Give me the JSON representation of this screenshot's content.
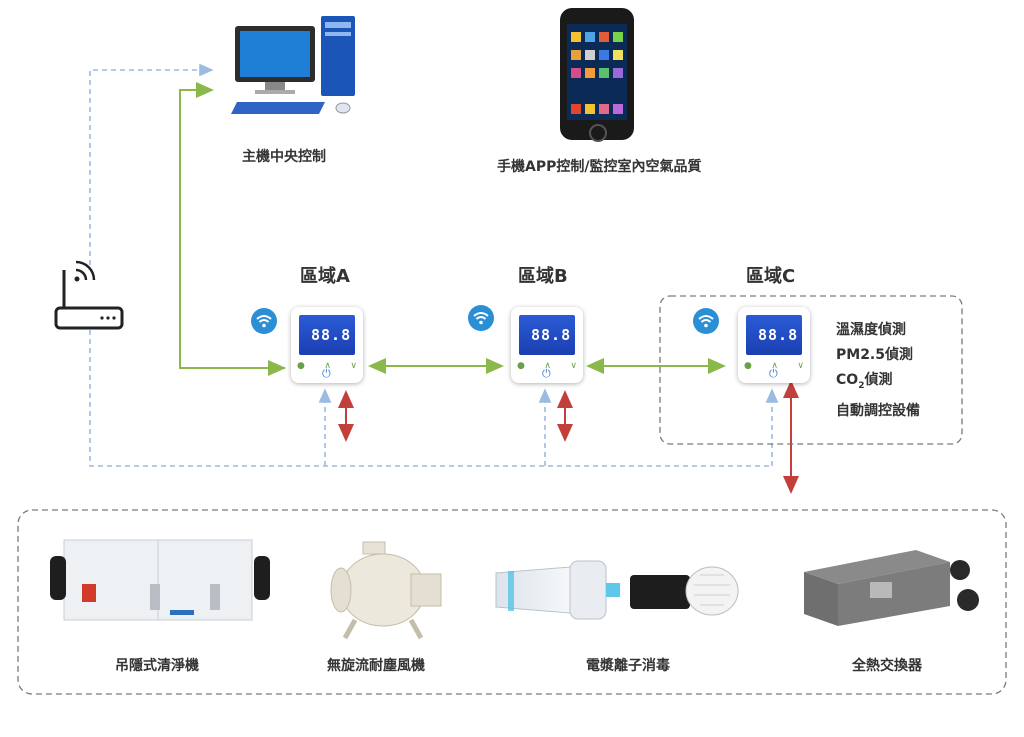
{
  "pc_label": "主機中央控制",
  "phone_label": "手機APP控制/監控室內空氣品質",
  "zones": [
    "區域A",
    "區域B",
    "區域C"
  ],
  "controller_digits": "88.8",
  "zone_c_features": [
    "溫濕度偵測",
    "PM2.5偵測",
    "CO",
    "偵測",
    "自動調控設備"
  ],
  "co2_sub": "2",
  "devices": [
    "吊隱式清淨機",
    "無旋流耐塵風機",
    "電漿離子消毒",
    "全熱交換器"
  ],
  "colors": {
    "green": "#8ab84a",
    "blue_dash": "#9bbbe0",
    "red": "#c2403a"
  }
}
